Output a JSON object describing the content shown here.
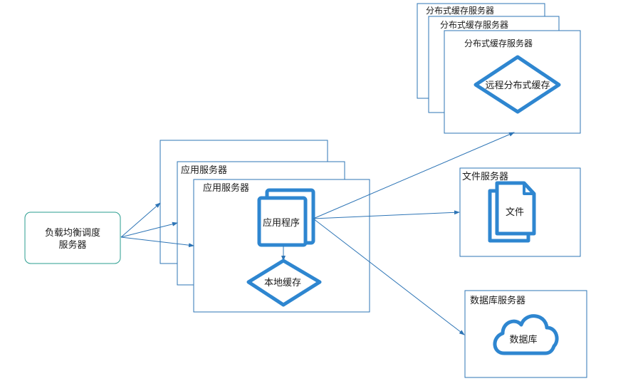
{
  "colors": {
    "box_border": "#2e75b6",
    "shape_blue": "#2e86d0",
    "arrow": "#2e75b6",
    "lb_border": "#2a9d8f",
    "text": "#1a1a1a"
  },
  "icons": {
    "file": "document-stack-icon",
    "cache": "diamond-icon",
    "database": "cloud-icon",
    "app": "window-stack-icon"
  },
  "load_balancer": {
    "label_line1": "负载均衡调度",
    "label_line2": "服务器"
  },
  "app_servers": {
    "back_label": "",
    "middle_label": "应用服务器",
    "front_label": "应用服务器",
    "program_label": "应用程序",
    "local_cache_label": "本地缓存"
  },
  "cache_servers": {
    "back_label": "分布式缓存服务器",
    "middle_label": "分布式缓存服务器",
    "front_label": "分布式缓存服务器",
    "remote_cache_label": "远程分布式缓存"
  },
  "file_server": {
    "title": "文件服务器",
    "file_label": "文件"
  },
  "db_server": {
    "title": "数据库服务器",
    "db_label": "数据库"
  }
}
